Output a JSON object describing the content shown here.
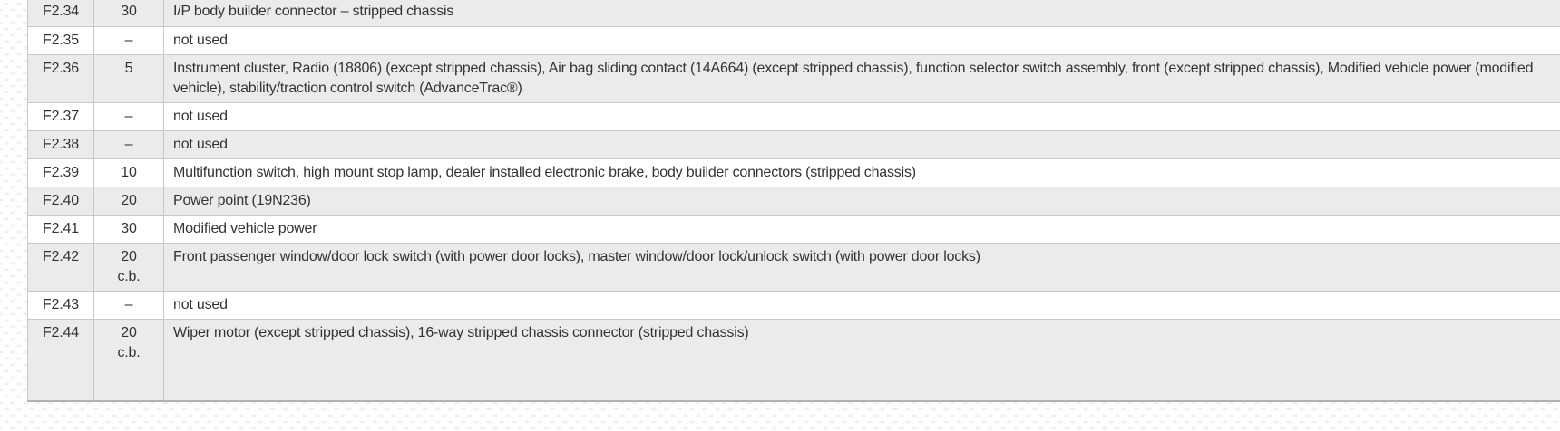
{
  "table": {
    "name": "fuse-specification-table",
    "columns": [
      "fuse",
      "amps",
      "description"
    ],
    "colors": {
      "row_shaded": "#ebebed",
      "row_plain": "#ffffff",
      "border": "#c8c8c8",
      "bottom_border": "#b2b2b4",
      "text": "#333333"
    },
    "rows": [
      {
        "fuse": "F2.34",
        "amps": "30",
        "description": "I/P body builder connector – stripped chassis"
      },
      {
        "fuse": "F2.35",
        "amps": "–",
        "description": "not used"
      },
      {
        "fuse": "F2.36",
        "amps": "5",
        "description": "Instrument cluster, Radio (18806) (except stripped chassis), Air bag sliding contact (14A664) (except stripped chassis), function selector switch assembly, front (except stripped chassis), Modified vehicle power (modified vehicle), stability/traction control switch (AdvanceTrac®)"
      },
      {
        "fuse": "F2.37",
        "amps": "–",
        "description": "not used"
      },
      {
        "fuse": "F2.38",
        "amps": "–",
        "description": "not used"
      },
      {
        "fuse": "F2.39",
        "amps": "10",
        "description": "Multifunction switch, high mount stop lamp, dealer installed electronic brake, body builder connectors (stripped chassis)"
      },
      {
        "fuse": "F2.40",
        "amps": "20",
        "description": "Power point (19N236)"
      },
      {
        "fuse": "F2.41",
        "amps": "30",
        "description": "Modified vehicle power"
      },
      {
        "fuse": "F2.42",
        "amps": "20\nc.b.",
        "description": "Front passenger window/door lock switch (with power door locks), master window/door lock/unlock switch (with power door locks)"
      },
      {
        "fuse": "F2.43",
        "amps": "–",
        "description": "not used"
      },
      {
        "fuse": "F2.44",
        "amps": "20\nc.b.",
        "description": "Wiper motor (except stripped chassis), 16-way stripped chassis connector (stripped chassis)"
      }
    ]
  }
}
